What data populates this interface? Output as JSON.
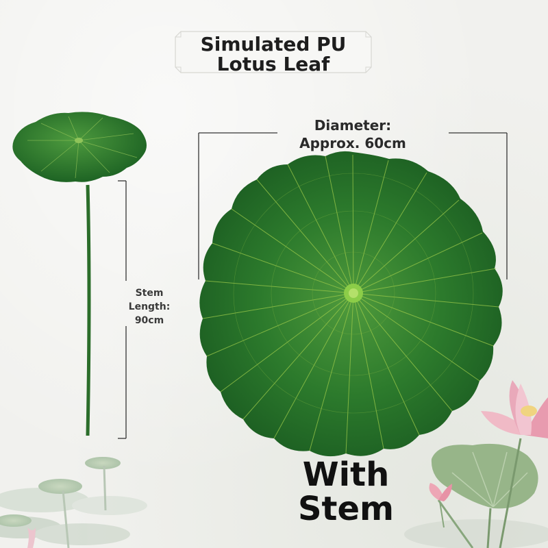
{
  "title": {
    "line1": "Simulated PU",
    "line2": "Lotus Leaf"
  },
  "diameter": {
    "line1": "Diameter:",
    "line2": "Approx. 60cm"
  },
  "stem": {
    "line1": "Stem",
    "line2": "Length:",
    "line3": "90cm"
  },
  "badge": {
    "line1": "With",
    "line2": "Stem"
  },
  "colors": {
    "leaf_dark": "#1f6b24",
    "leaf_mid": "#3f8f3a",
    "vein": "#9cc94a",
    "blossom_pink": "#e9a3b4",
    "background": "#f1f1ee"
  }
}
